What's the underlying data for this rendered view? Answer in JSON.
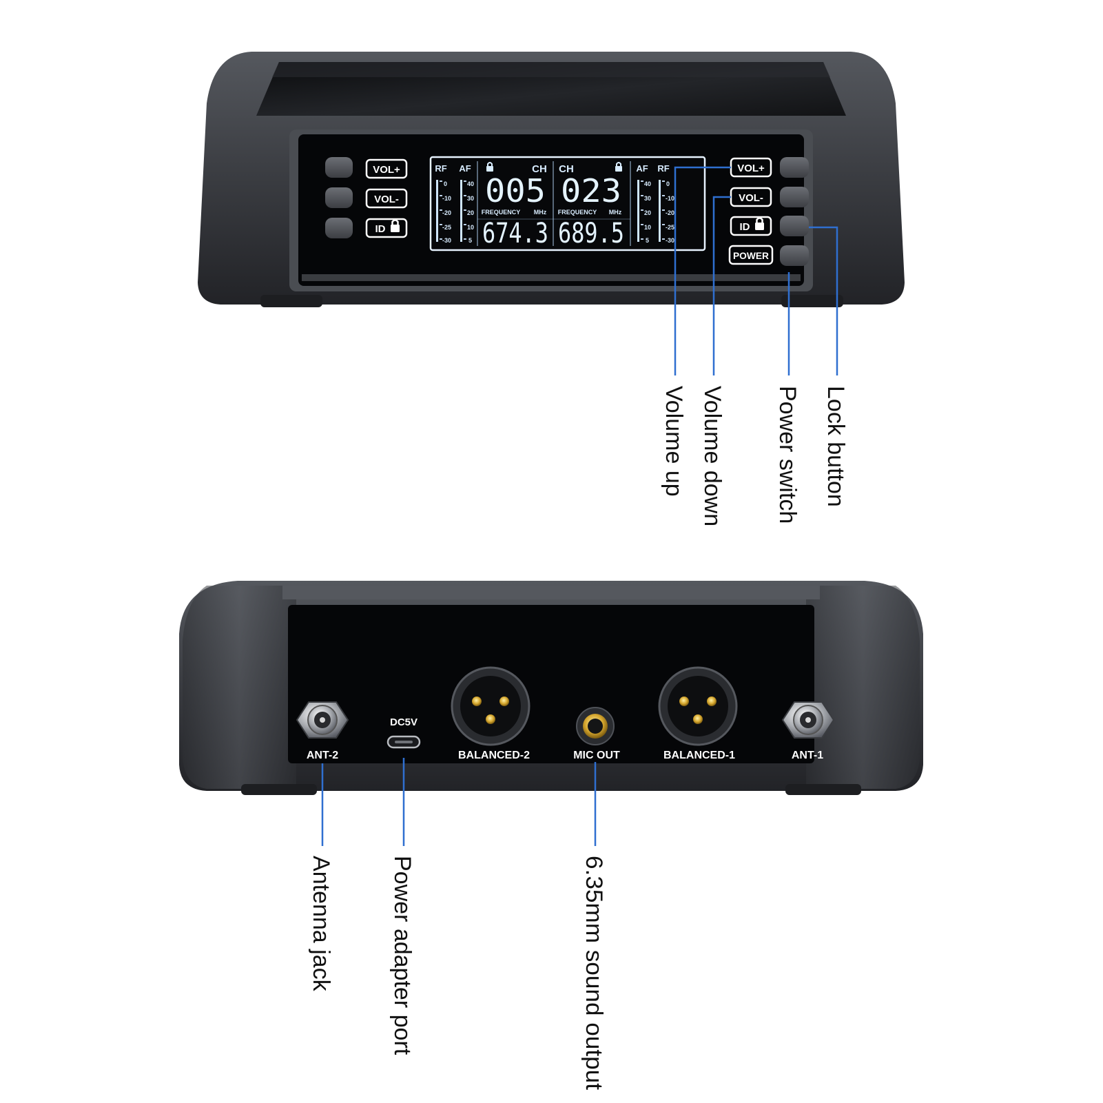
{
  "front_panel": {
    "left_buttons": {
      "vol_up": "VOL+",
      "vol_down": "VOL-",
      "id": "ID"
    },
    "right_buttons": {
      "vol_up": "VOL+",
      "vol_down": "VOL-",
      "id": "ID",
      "power": "POWER"
    },
    "lcd": {
      "rf": "RF",
      "af": "AF",
      "ch": "CH",
      "frequency": "FREQUENCY",
      "mhz": "MHz",
      "channel_a": {
        "channel": "005",
        "frequency": "674.3",
        "rf_scale": [
          "0",
          "-10",
          "-20",
          "-25",
          "-30"
        ],
        "af_scale": [
          "40",
          "30",
          "20",
          "10",
          "5"
        ]
      },
      "channel_b": {
        "channel": "023",
        "frequency": "689.5",
        "af_scale": [
          "40",
          "30",
          "20",
          "10",
          "5"
        ],
        "rf_scale": [
          "0",
          "-10",
          "-20",
          "-25",
          "-30"
        ]
      }
    },
    "callouts": {
      "volume_up": "Volume up",
      "volume_down": "Volume down",
      "power_switch": "Power switch",
      "lock_button": "Lock button"
    }
  },
  "rear_panel": {
    "ports": {
      "ant2": "ANT-2",
      "dc5v": "DC5V",
      "balanced2": "BALANCED-2",
      "mic_out": "MIC OUT",
      "balanced1": "BALANCED-1",
      "ant1": "ANT-1"
    },
    "callouts": {
      "antenna_jack": "Antenna jack",
      "power_adapter_port": "Power adapter port",
      "sound_output": "6.35mm sound output"
    }
  },
  "colors": {
    "callout_line": "#2f6fd0",
    "body": "#3b3d42",
    "panel": "#050608",
    "lcd_text": "#e4f3ff"
  }
}
